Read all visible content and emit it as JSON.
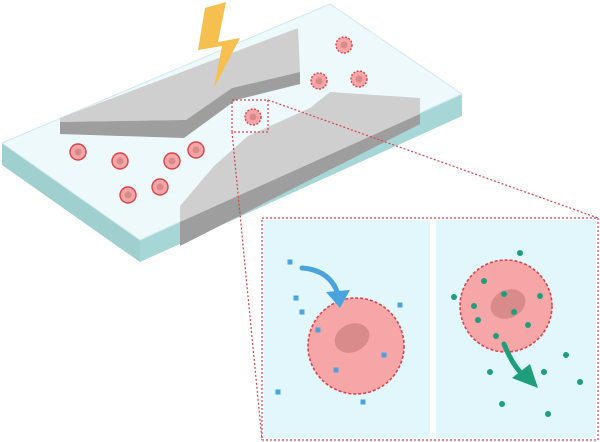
{
  "colors": {
    "chip_top": "#eef9fb",
    "chip_side": "#9fcfcf",
    "chip_edge": "#a6d6d6",
    "electrode_top": "#cfcfcf",
    "electrode_side": "#9e9e9e",
    "cell_fill": "#f6a6a6",
    "cell_border": "#d9434b",
    "nucleus": "#d98a8a",
    "lightning": "#f5c04f",
    "inset_bg": "#e1f7fb",
    "inset_frame": "#d9434b",
    "molecule_in": "#4aa3dc",
    "molecule_out": "#1f9e7c"
  },
  "icons": {
    "pulse": "lightning-bolt-icon",
    "uptake": "arrow-into-cell-icon",
    "release": "arrow-out-of-cell-icon"
  },
  "panels": [
    {
      "name": "uptake",
      "molecules": 9
    },
    {
      "name": "release",
      "molecules": 16
    }
  ]
}
